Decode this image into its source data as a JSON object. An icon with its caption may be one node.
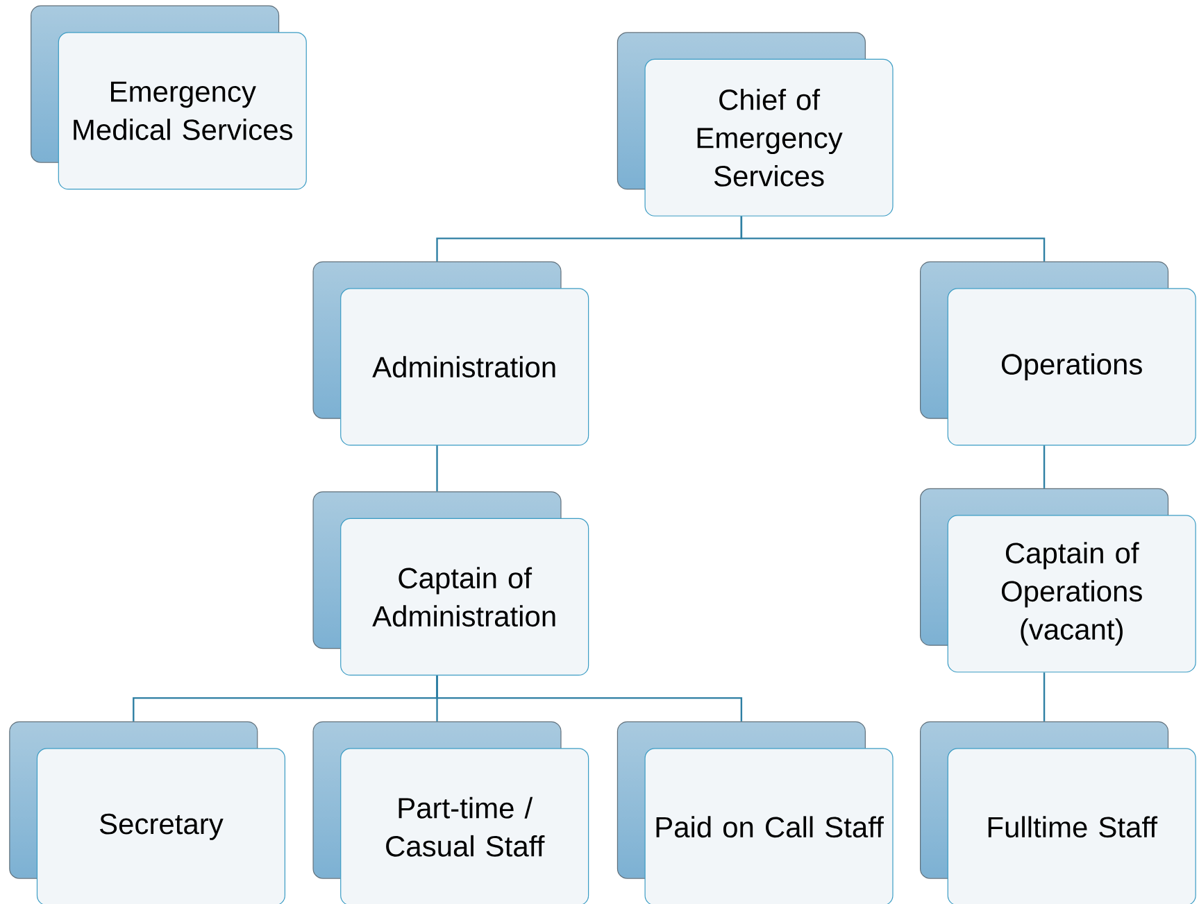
{
  "diagram": {
    "nodes": [
      {
        "text": [
          "Emergency Medical Services"
        ]
      },
      {
        "text": [
          "Chief of Emergency Services"
        ]
      },
      {
        "text": [
          "Administration"
        ]
      },
      {
        "text": [
          "Operations"
        ]
      },
      {
        "text": [
          "Captain of Administration"
        ]
      },
      {
        "text": [
          "Captain of Operations (vacant)"
        ]
      },
      {
        "text": [
          "Secretary"
        ]
      },
      {
        "text": [
          "Part-time / Casual Staff"
        ]
      },
      {
        "text": [
          "Paid on Call Staff"
        ]
      },
      {
        "text": [
          "Fulltime Staff"
        ]
      }
    ],
    "edges": [
      {
        "from": 1,
        "to": 2,
        "arrow": "none"
      },
      {
        "from": 1,
        "to": 3,
        "arrow": "none"
      },
      {
        "from": 2,
        "to": 4,
        "arrow": "none"
      },
      {
        "from": 3,
        "to": 5,
        "arrow": "none"
      },
      {
        "from": 4,
        "to": 6,
        "arrow": "none"
      },
      {
        "from": 4,
        "to": 7,
        "arrow": "none"
      },
      {
        "from": 4,
        "to": 8,
        "arrow": "none"
      },
      {
        "from": 5,
        "to": 9,
        "arrow": "none"
      }
    ]
  }
}
